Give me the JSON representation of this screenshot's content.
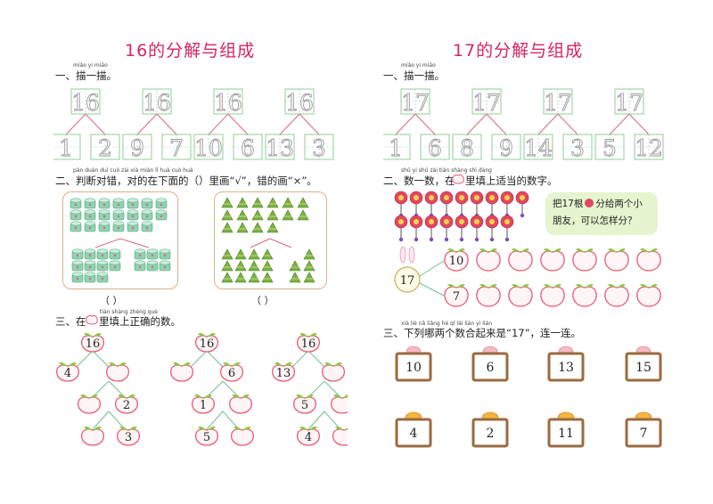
{
  "left": {
    "title": "16的分解与组成",
    "section1": {
      "label": "一、描一描。",
      "pinyin": "miáo yi miáo",
      "tops": [
        "16",
        "16",
        "16",
        "16"
      ],
      "bottoms": [
        [
          "1",
          "2"
        ],
        [
          "9",
          "7"
        ],
        [
          "10",
          "6"
        ],
        [
          "13",
          "3"
        ]
      ]
    },
    "section2": {
      "label": "二、判断对错，对的在下面的（）里画“√”，错的画“×”。",
      "pinyin": "pàn duàn duì cuò   zài xià miàn   lǐ huà   cuò huà",
      "paren_left": "（        ）",
      "paren_right": "（        ）"
    },
    "section3": {
      "label": "三、在",
      "label2": "里填上正确的数。",
      "pinyin": "tián shàng zhèng què",
      "trees": [
        {
          "top": "16",
          "mid": [
            "4",
            ""
          ],
          "mid2": [
            "",
            "2"
          ],
          "bottom": [
            "",
            "3"
          ]
        },
        {
          "top": "16",
          "mid": [
            "",
            "6"
          ],
          "mid2": [
            "1",
            ""
          ],
          "bottom": [
            "5",
            ""
          ]
        },
        {
          "top": "16",
          "mid": [
            "13",
            ""
          ],
          "mid2": [
            "5",
            ""
          ],
          "bottom": [
            "4",
            ""
          ]
        }
      ]
    }
  },
  "right": {
    "title": "17的分解与组成",
    "section1": {
      "label": "一、描一描。",
      "pinyin": "miáo yi miáo",
      "tops": [
        "17",
        "17",
        "17",
        "17"
      ],
      "bottoms": [
        [
          "1",
          "6"
        ],
        [
          "8",
          "9"
        ],
        [
          "14",
          "3"
        ],
        [
          "5",
          "12"
        ]
      ]
    },
    "section2": {
      "label": "二、数一数，在",
      "label2": "里填上适当的数字。",
      "pinyin": "shǔ yi shǔ   zài   tián shàng shì dàng",
      "bubble_line1": "把17根",
      "bubble_line1b": "分给两个小",
      "bubble_line2": "朋友，可以怎样分？",
      "center": "17",
      "top_value": "10",
      "bottom_value": "7"
    },
    "section3": {
      "label": "三、下列哪两个数合起来是“17”，连一连。",
      "pinyin": "xià liè nǎ liǎng   hé qǐ lái   lián yi lián",
      "top_row": [
        "10",
        "6",
        "13",
        "15"
      ],
      "bottom_row": [
        "4",
        "2",
        "11",
        "7"
      ]
    }
  },
  "colors": {
    "title": "#d6255f",
    "grid_green": "#8fcf9a",
    "trace_gray": "#9a9a9a",
    "line_red": "#d86a7a",
    "peach_stroke": "#e85b76",
    "peach_fill": "#fff5f6",
    "frame": "#d9b08a",
    "bubble": "#e6f4cf",
    "cake_green": "#8fd3b0",
    "leaf_green": "#7cb342",
    "sign_brown": "#9b6a3f"
  }
}
